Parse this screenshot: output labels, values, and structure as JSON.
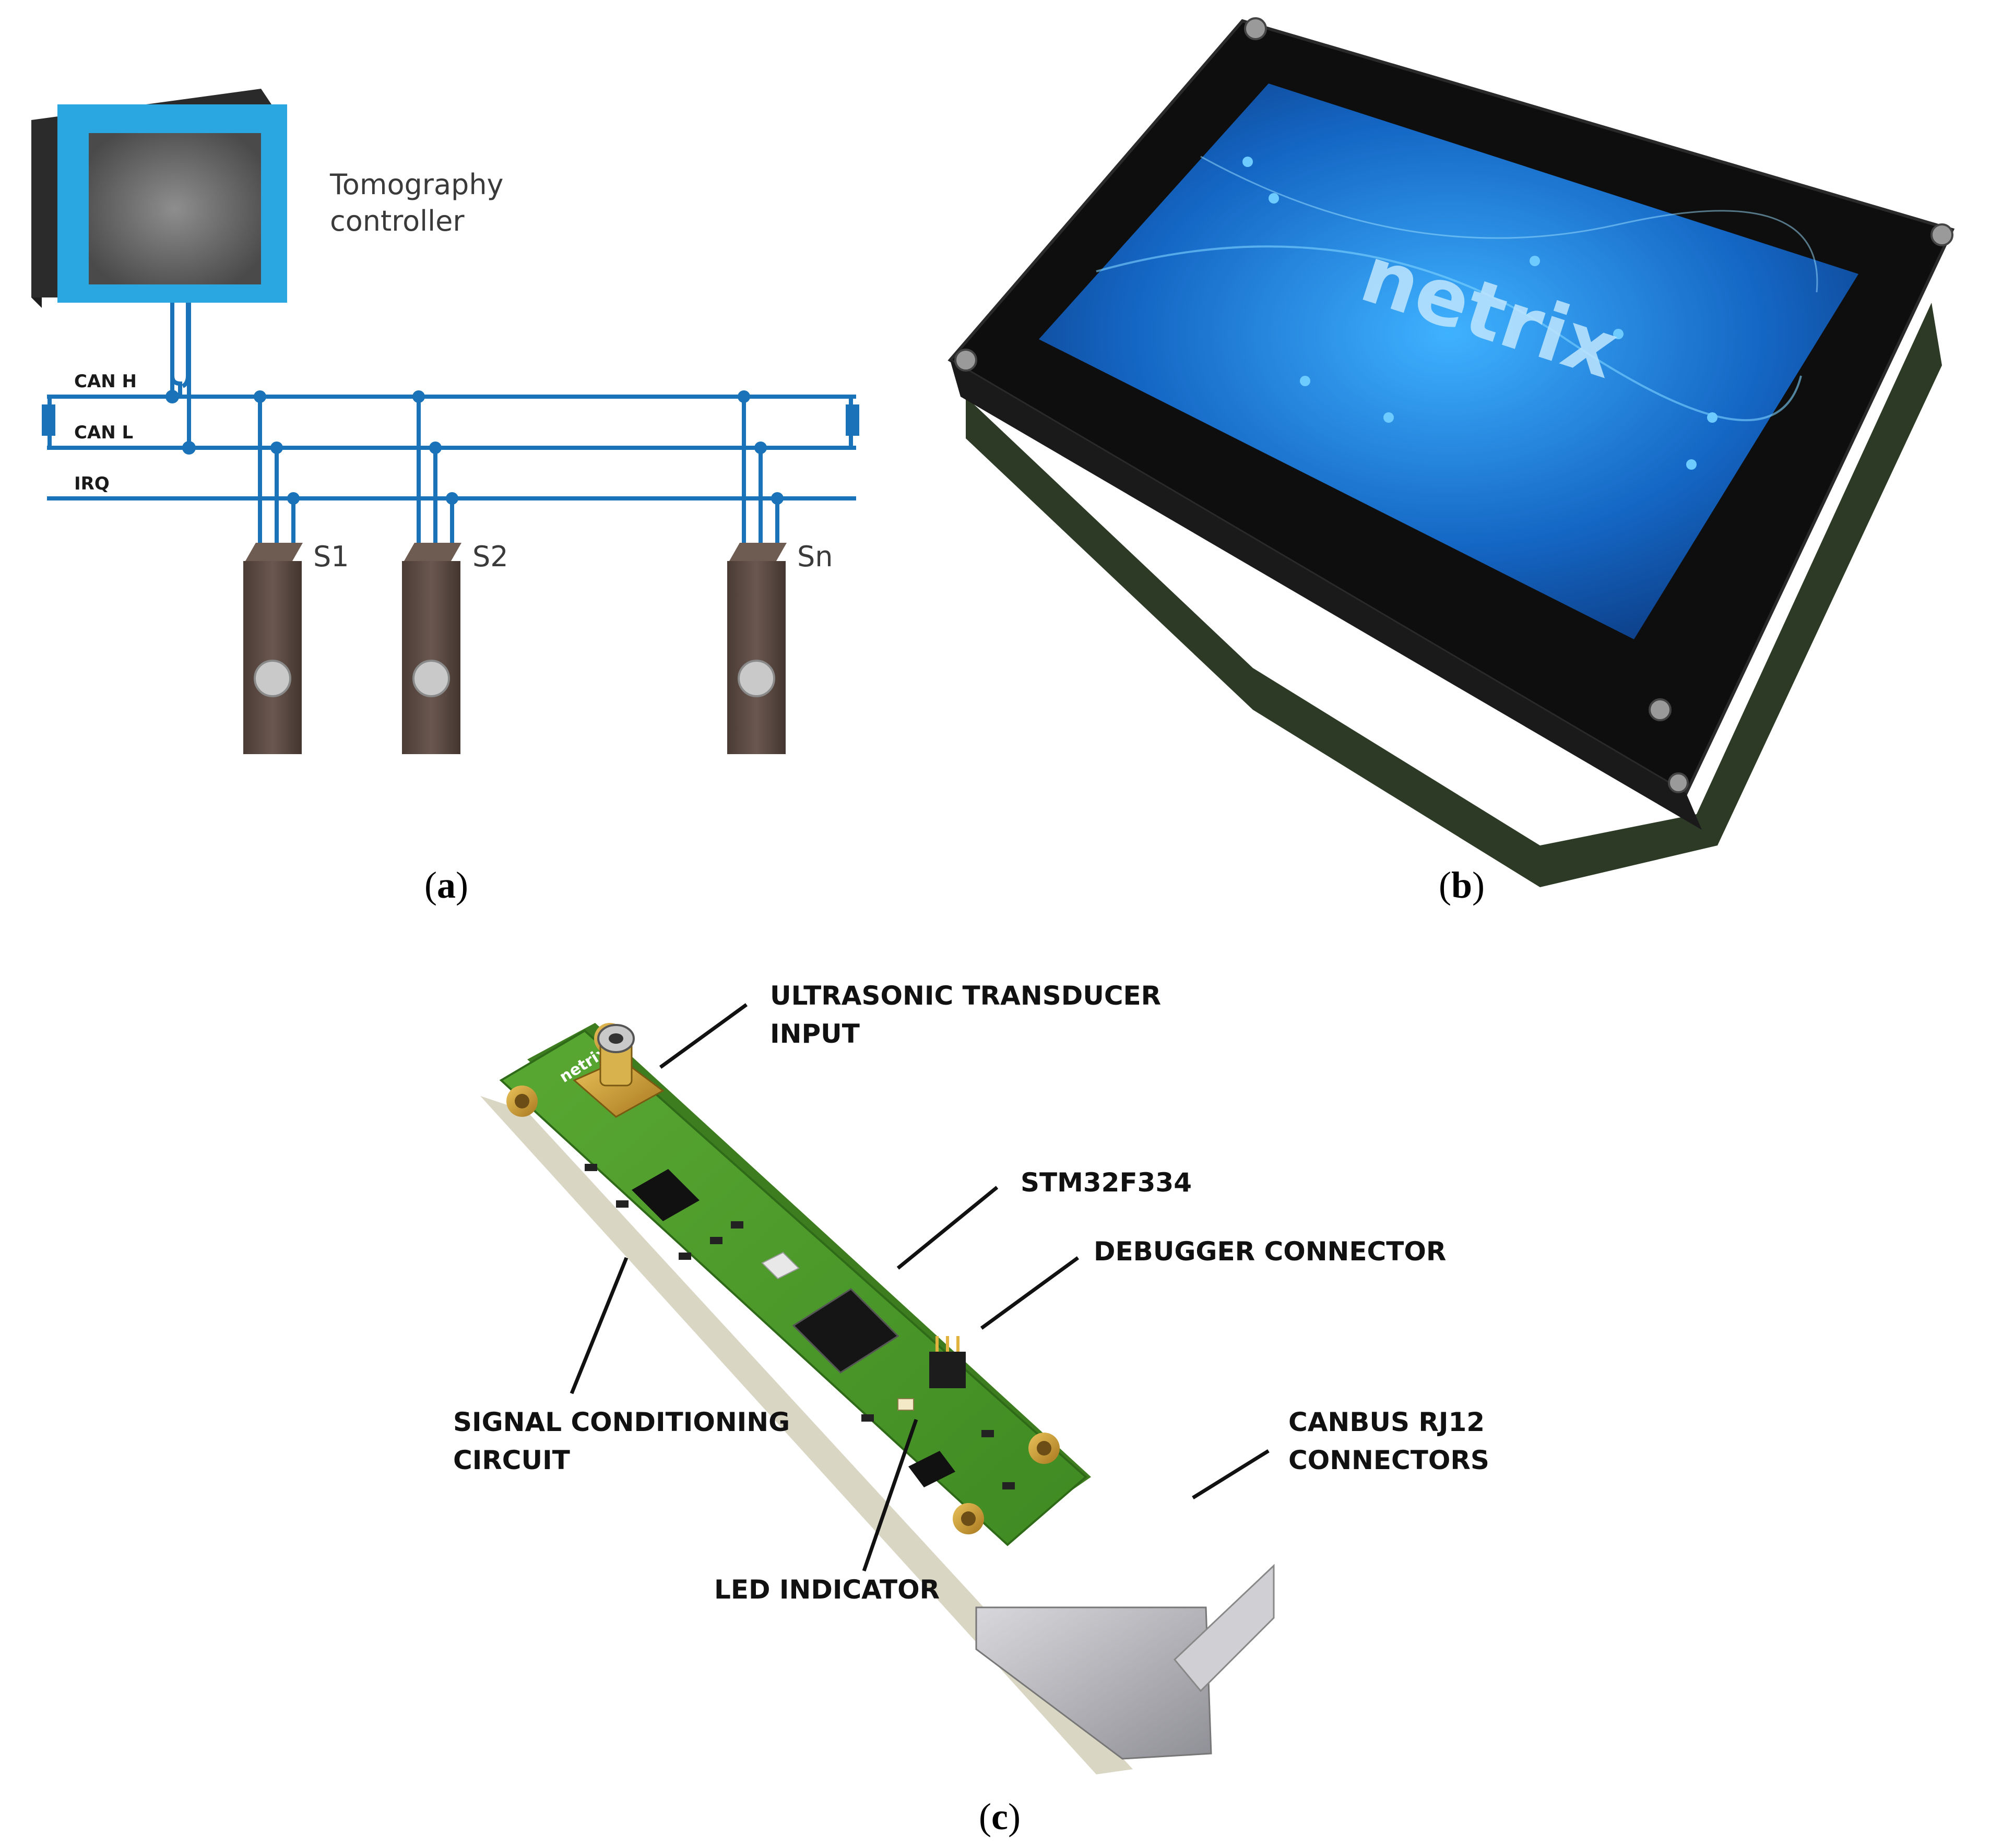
{
  "panel_a": {
    "caption_open": "(",
    "caption_letter": "a",
    "caption_close": ")",
    "controller_label_line1": "Tomography",
    "controller_label_line2": "controller",
    "bus_labels": {
      "can_h": "CAN H",
      "can_l": "CAN L",
      "irq": "IRQ"
    },
    "sensors": [
      {
        "label": "S1"
      },
      {
        "label": "S2"
      },
      {
        "label": "Sn"
      }
    ],
    "colors": {
      "bus": "#1a73b8",
      "screen_frame": "#2aa7e0",
      "sensor_body": "#5a4a43"
    }
  },
  "panel_b": {
    "caption_open": "(",
    "caption_letter": "b",
    "caption_close": ")",
    "screen_logo": "netrix",
    "colors": {
      "case": "#111111",
      "screen": "#1b7fd6"
    }
  },
  "panel_c": {
    "caption_open": "(",
    "caption_letter": "c",
    "caption_close": ")",
    "pcb_silkscreen": "netrix",
    "callouts": {
      "transducer_line1": "ULTRASONIC TRANSDUCER",
      "transducer_line2": "INPUT",
      "mcu": "STM32F334",
      "debugger": "DEBUGGER CONNECTOR",
      "signal_line1": "SIGNAL CONDITIONING",
      "signal_line2": "CIRCUIT",
      "canbus_line1": "CANBUS RJ12",
      "canbus_line2": "CONNECTORS",
      "led": "LED INDICATOR"
    },
    "colors": {
      "pcb": "#4d9a2a",
      "connector": "#c8a03c"
    }
  }
}
